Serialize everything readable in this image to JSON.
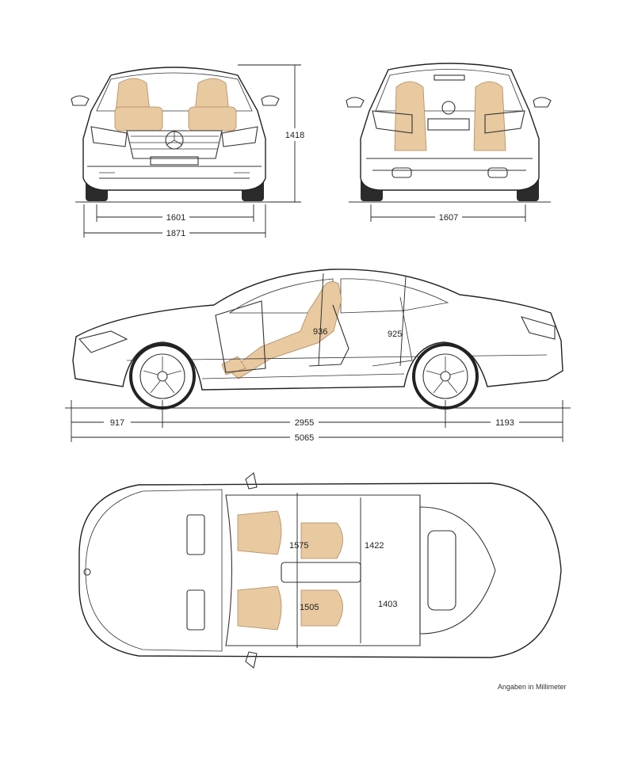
{
  "dimensions": {
    "front_height": "1418",
    "front_track": "1601",
    "front_width": "1871",
    "rear_track": "1607",
    "front_overhang": "917",
    "wheelbase": "2955",
    "rear_overhang": "1193",
    "length": "5065",
    "front_headroom": "936",
    "rear_headroom": "925",
    "front_shoulder": "1575",
    "rear_shoulder": "1422",
    "front_elbow": "1505",
    "rear_elbow": "1403"
  },
  "caption": "Angaben in Millimeter",
  "colors": {
    "line": "#222222",
    "occupant": "#e8c9a0",
    "tire": "#2b2b2b"
  }
}
